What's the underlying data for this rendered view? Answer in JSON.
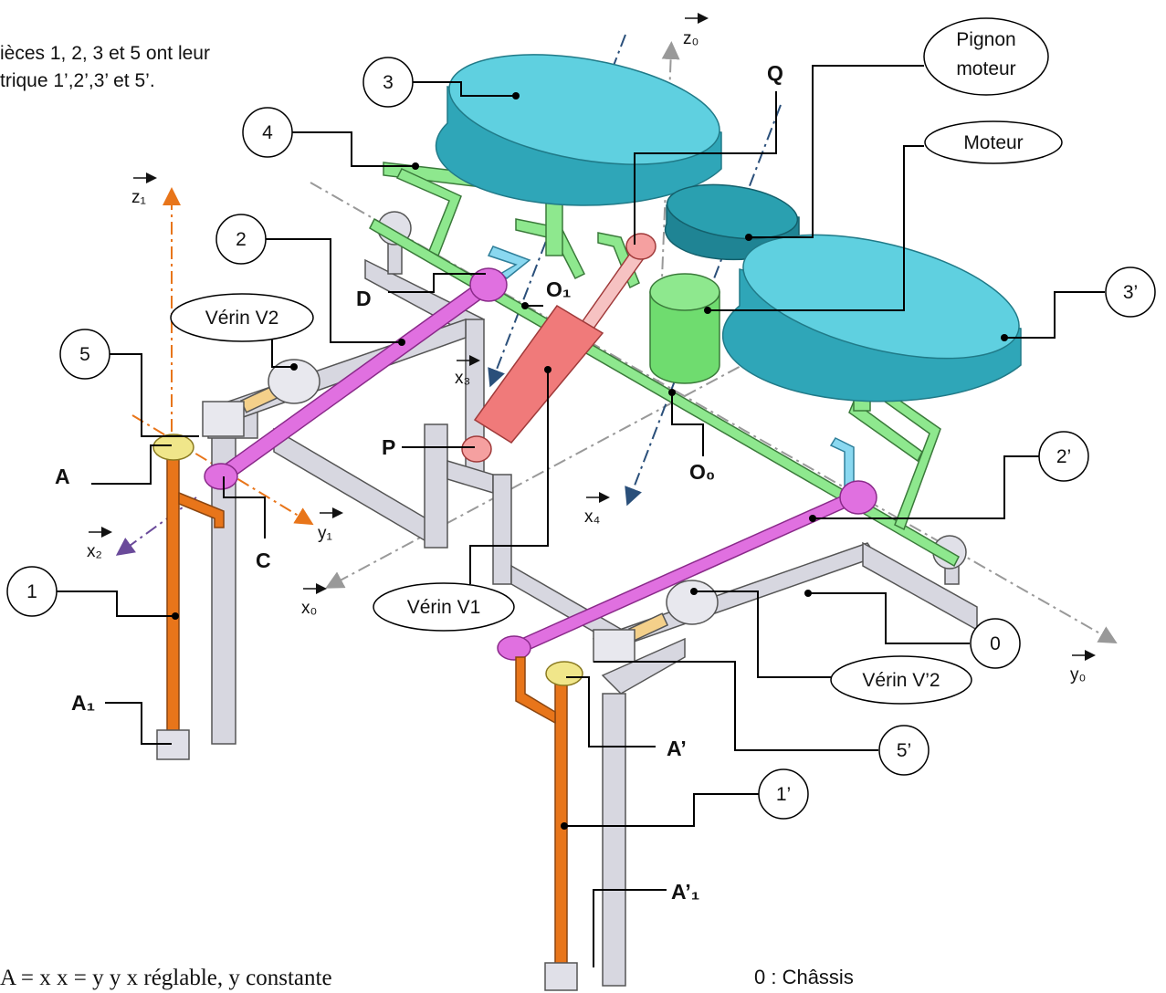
{
  "intro": {
    "line1": "ièces 1, 2, 3 et 5 ont leur",
    "line2": "trique 1’,2’,3’ et 5’."
  },
  "formula": "A = x x  = y y   x réglable, y constante",
  "legend": "0 : Châssis",
  "circle_labels": {
    "c3": "3",
    "c4": "4",
    "c2": "2",
    "c5": "5",
    "c1": "1",
    "c3p": "3’",
    "c2p": "2’",
    "c0": "0",
    "c5p": "5’",
    "c1p": "1’"
  },
  "oval_labels": {
    "pignon_l1": "Pignon",
    "pignon_l2": "moteur",
    "moteur": "Moteur",
    "verin_v2": "Vérin V2",
    "verin_v1": "Vérin V1",
    "verin_v2p": "Vérin V’2"
  },
  "point_labels": {
    "Q": "Q",
    "D": "D",
    "O1": "O₁",
    "O0": "O₀",
    "P": "P",
    "A": "A",
    "C": "C",
    "A1": "A₁",
    "Ap": "A’",
    "Ap1": "A’₁"
  },
  "axis_labels": {
    "z0": "z₀",
    "z1": "z₁",
    "x3": "x₃",
    "y1": "y₁",
    "x2": "x₂",
    "x0": "x₀",
    "x4": "x₄",
    "y0": "y₀"
  },
  "colors": {
    "wheel": "#5fd0e0",
    "wheel_dark": "#2fa6b8",
    "motor": "#2aa0b0",
    "frame_green": "#8ee88e",
    "arm_pink": "#e070e0",
    "jack_red": "#f07a7a",
    "leg_orange": "#e8751a",
    "chassis_gray": "#d7d7e0",
    "link_cyan": "#8ad8f0"
  }
}
